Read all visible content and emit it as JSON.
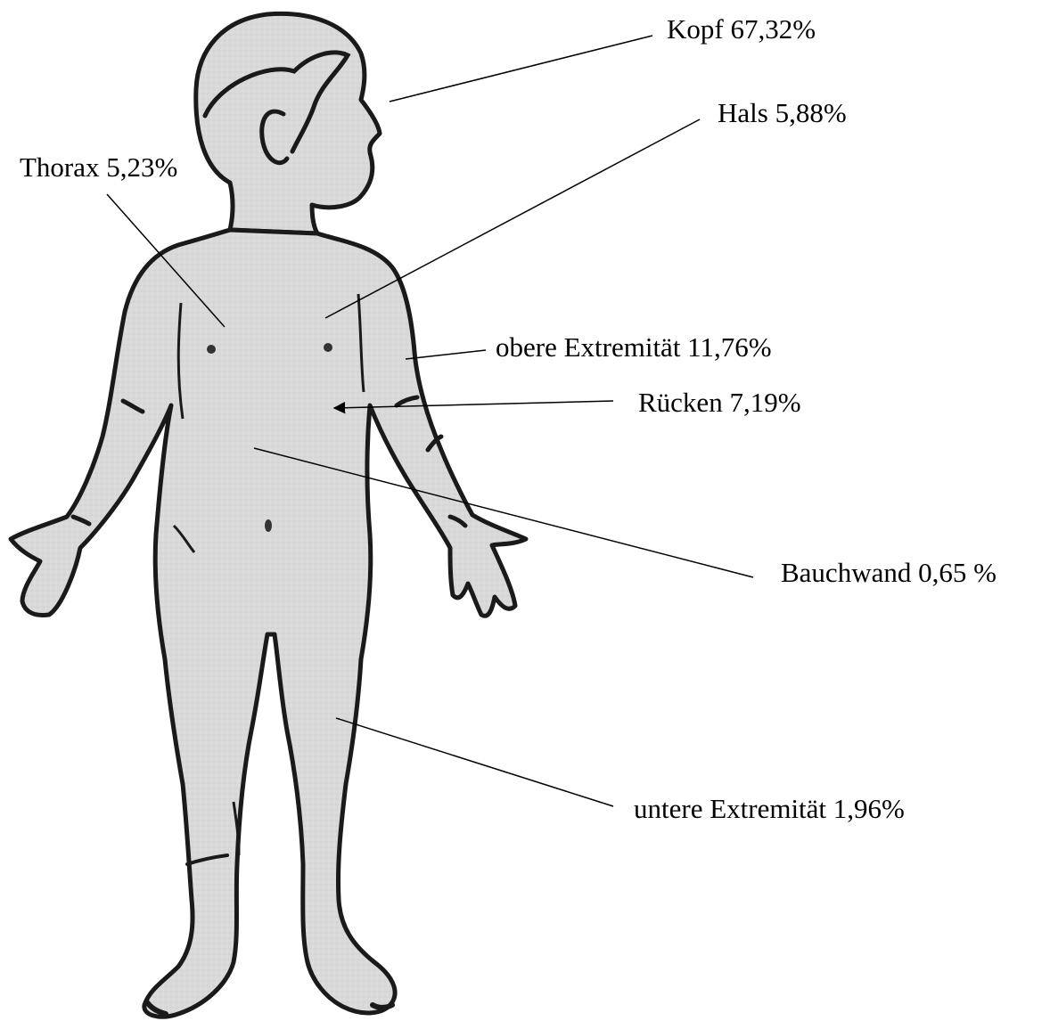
{
  "colors": {
    "figure_fill": "#d9d9d9",
    "figure_outline": "#1a1a1a",
    "leader_line": "#000000",
    "text": "#000000"
  },
  "labels": {
    "kopf": "Kopf 67,32%",
    "hals": "Hals 5,88%",
    "thorax": "Thorax 5,23%",
    "obere_extremitaet": "obere Extremität 11,76%",
    "ruecken": "Rücken 7,19%",
    "bauchwand": "Bauchwand 0,65 %",
    "untere_extremitaet": "untere Extremität 1,96%"
  }
}
